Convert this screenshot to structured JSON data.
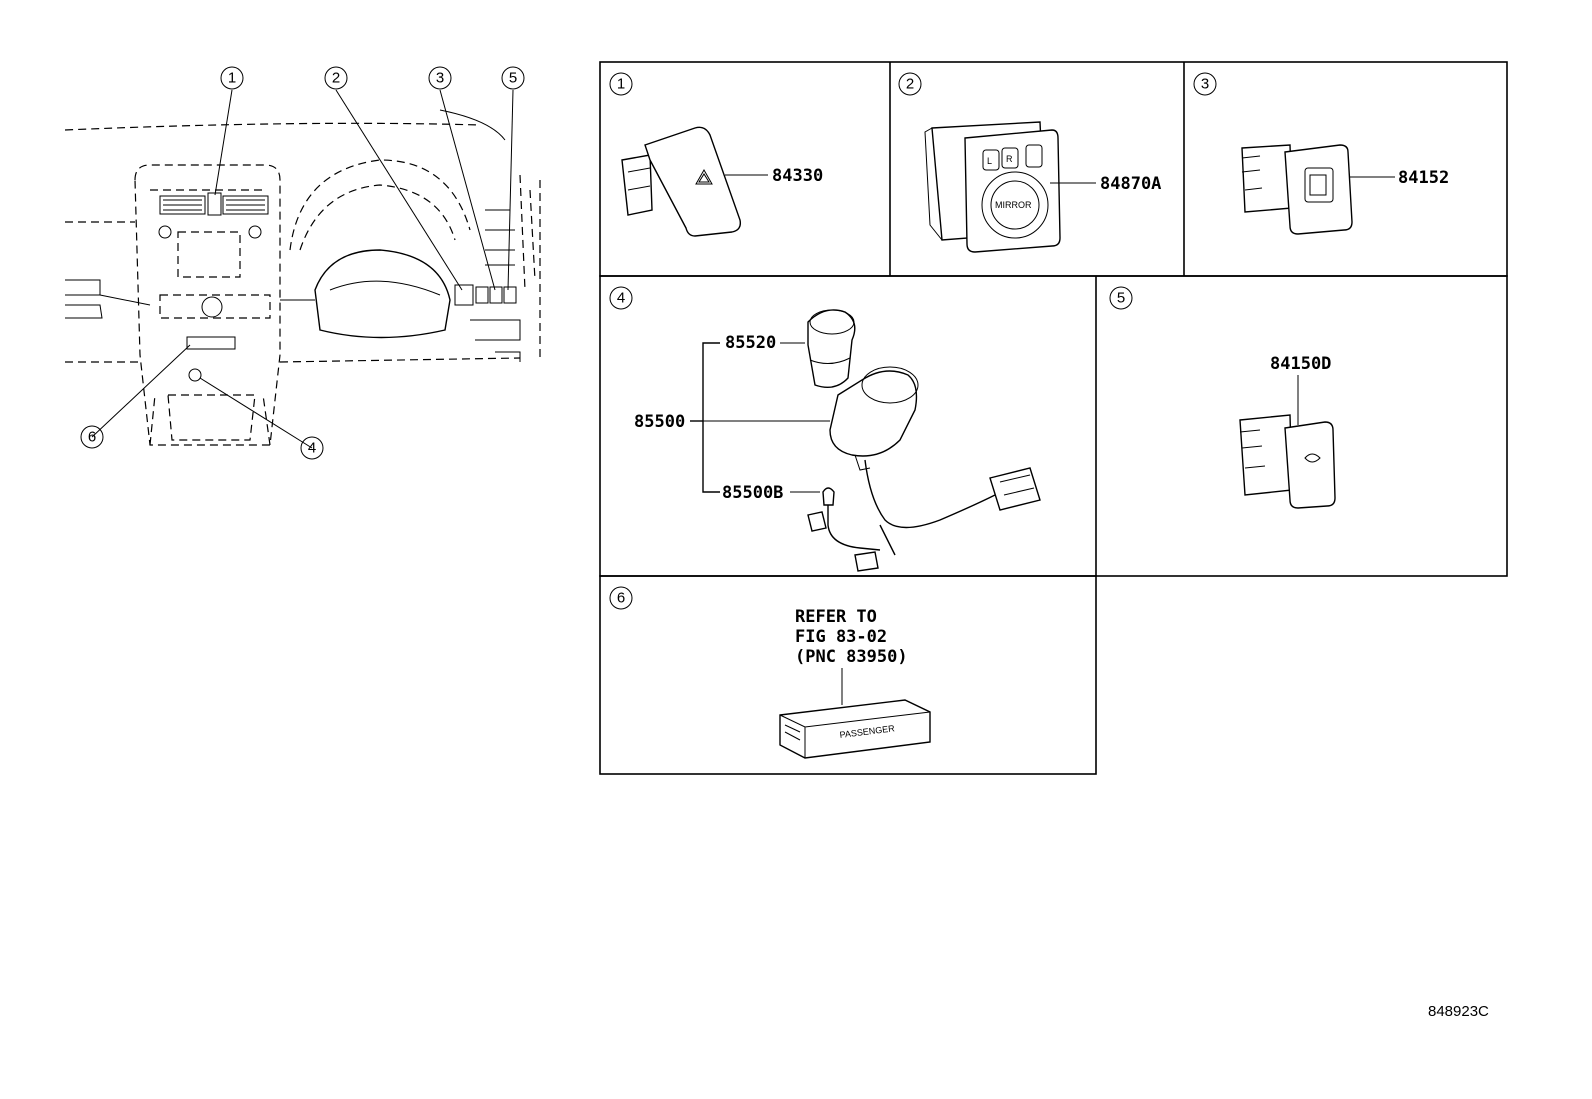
{
  "callouts": {
    "c1": "1",
    "c2": "2",
    "c3": "3",
    "c4": "4",
    "c5": "5",
    "c6": "6"
  },
  "parts": {
    "p84330": "84330",
    "p84870A": "84870A",
    "p84152": "84152",
    "p85520": "85520",
    "p85500": "85500",
    "p85500B": "85500B",
    "p84150D": "84150D"
  },
  "switch_labels": {
    "mirror": "MIRROR",
    "L": "L",
    "R": "R",
    "passenger": "PASSENGER"
  },
  "refer": {
    "line1": "REFER TO",
    "line2": "FIG 83-02",
    "line3": "(PNC 83950)"
  },
  "figure_id": "848923C"
}
